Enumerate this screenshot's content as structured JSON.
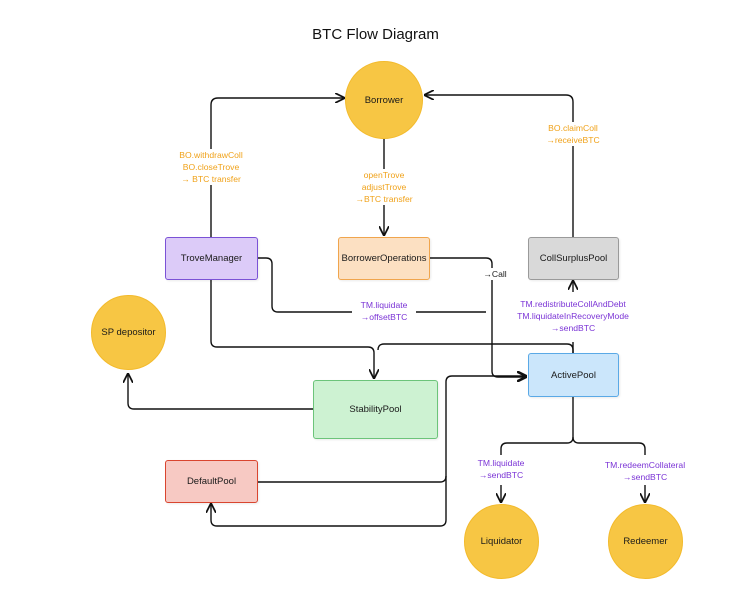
{
  "title": "BTC Flow Diagram",
  "colors": {
    "actor": "#f7c644",
    "trove_manager": "#dccbf8",
    "borrower_operations": "#fce0c2",
    "coll_surplus_pool": "#d9d9d9",
    "active_pool": "#cbe6fb",
    "stability_pool": "#cdf2d2",
    "default_pool": "#f7c9c3",
    "edge": "#111111",
    "label_orange": "#f0a21a",
    "label_purple": "#7b34d6"
  },
  "nodes": {
    "borrower": "Borrower",
    "trove_manager": "TroveManager",
    "borrower_operations": "BorrowerOperations",
    "coll_surplus_pool": "CollSurplusPool",
    "sp_depositor": "SP depositor",
    "stability_pool": "StabilityPool",
    "active_pool": "ActivePool",
    "default_pool": "DefaultPool",
    "liquidator": "Liquidator",
    "redeemer": "Redeemer"
  },
  "edge_labels": {
    "trove_manager_to_borrower": [
      "BO.withdrawColl",
      "BO.closeTrove",
      "→ BTC transfer"
    ],
    "borrower_to_borrower_operations": [
      "openTrove",
      "adjustTrove",
      "→BTC transfer"
    ],
    "coll_surplus_to_borrower": [
      "BO.claimColl",
      "→receiveBTC"
    ],
    "borrower_operations_to_active_pool": [
      "→Call"
    ],
    "trove_manager_to_stability_pool": [
      "TM.liquidate",
      "→offsetBTC"
    ],
    "active_pool_to_coll_surplus": [
      "TM.redistributeCollAndDebt",
      "TM.liquidateInRecoveryMode",
      "→sendBTC"
    ],
    "active_pool_to_liquidator": [
      "TM.liquidate",
      "→sendBTC"
    ],
    "active_pool_to_redeemer": [
      "TM.redeemCollateral",
      "→sendBTC"
    ]
  }
}
